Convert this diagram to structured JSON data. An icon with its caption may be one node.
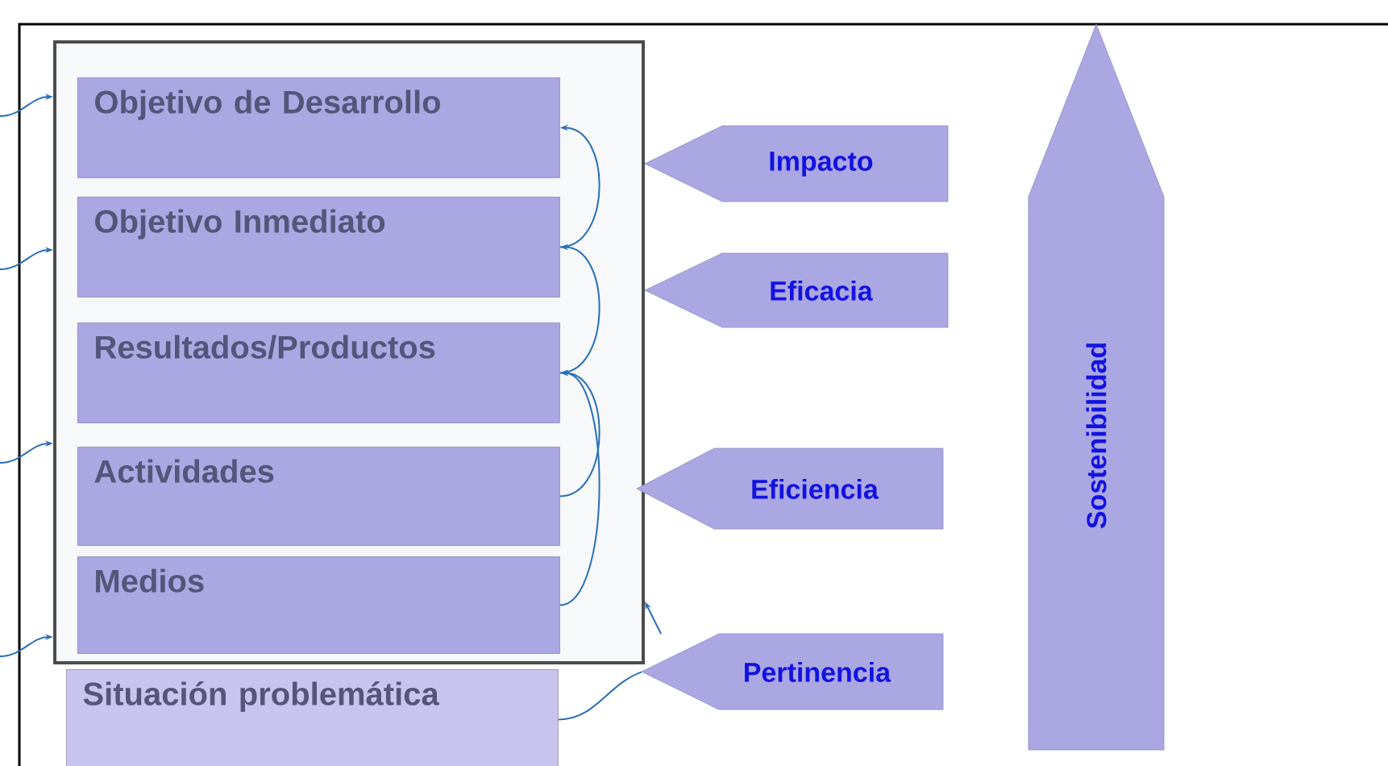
{
  "diagram": {
    "nodes": [
      {
        "text": [],
        "shape": "box"
      },
      {
        "text": [
          "Objetivo de Desarrollo"
        ],
        "in": 0
      },
      {
        "text": [
          "Objetivo Inmediato"
        ],
        "in": 0
      },
      {
        "text": [
          "Resultados/Productos"
        ],
        "in": 0
      },
      {
        "text": [
          "Actividades"
        ],
        "in": 0
      },
      {
        "text": [
          "Medios"
        ],
        "in": 0
      },
      {
        "text": [
          "Situación problemática"
        ]
      },
      {
        "text": [
          "Impacto"
        ]
      },
      {
        "text": [
          "Eficacia"
        ]
      },
      {
        "text": [
          "Eficiencia"
        ]
      },
      {
        "text": [
          "Pertinencia"
        ]
      },
      {
        "text": [
          "Sostenibilidad"
        ]
      }
    ],
    "edges": [
      {
        "from": 2,
        "to": 1,
        "arrow": "to"
      },
      {
        "from": 3,
        "to": 2,
        "arrow": "to"
      },
      {
        "from": 4,
        "to": 3,
        "arrow": "to"
      },
      {
        "from": 5,
        "to": 3,
        "arrow": "to"
      },
      {
        "from": 10,
        "to": 0,
        "arrow": "to"
      },
      {
        "from": 6,
        "to": 10,
        "arrow": "none"
      },
      {
        "from": null,
        "to": 0,
        "arrow": "to"
      },
      {
        "from": null,
        "to": 0,
        "arrow": "to"
      },
      {
        "from": null,
        "to": 0,
        "arrow": "to"
      },
      {
        "from": null,
        "to": 0,
        "arrow": "to"
      }
    ]
  }
}
